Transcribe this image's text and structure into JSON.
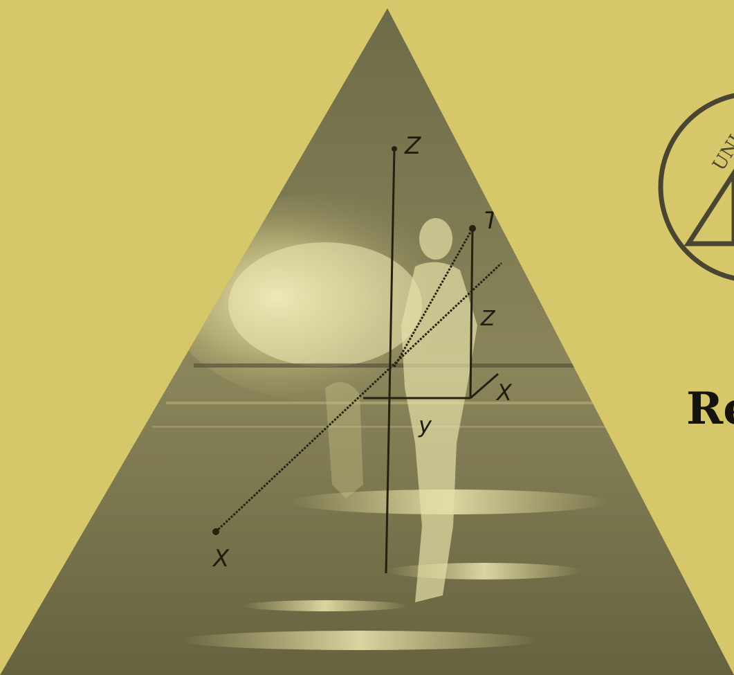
{
  "diagram": {
    "axes": {
      "z_label": "Z",
      "t_label": "T",
      "x_label": "X",
      "z2_label": "Z",
      "x2_label": "X",
      "y_label": "y"
    }
  },
  "seal": {
    "ring_text": "UNI",
    "note": ""
  },
  "title_fragment": {
    "text": "Re"
  },
  "colors": {
    "paper": "#d6c86a",
    "triangle_dark": "#6e6a45",
    "ink": "#1e1c10"
  }
}
